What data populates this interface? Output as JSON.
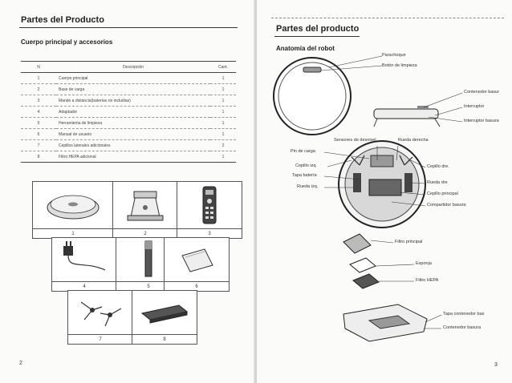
{
  "left": {
    "title": "Partes del Producto",
    "subtitle": "Cuerpo principal y accesorios",
    "table": {
      "headers": [
        "N",
        "Descripción",
        "Cant."
      ],
      "rows": [
        [
          "1",
          "Cuerpo principal",
          "1"
        ],
        [
          "2",
          "Base de carga",
          "1"
        ],
        [
          "3",
          "Mando a distancia(baterías no incluidas)",
          "1"
        ],
        [
          "4",
          "Adaptador",
          "1"
        ],
        [
          "5",
          "Herramienta de limpieza",
          "1"
        ],
        [
          "6",
          "Manual de usuario",
          "1"
        ],
        [
          "7",
          "Cepillos laterales adicionales",
          "2"
        ],
        [
          "8",
          "Filtro HEPA adicional",
          "1"
        ]
      ]
    },
    "accessories": [
      "1",
      "2",
      "3",
      "4",
      "5",
      "6",
      "7",
      "8"
    ],
    "page_number": "2"
  },
  "right": {
    "title": "Partes del producto",
    "subtitle": "Anatomía del robot",
    "labels": {
      "parachoque": "Parachoque",
      "boton": "Botón de limpieza",
      "contenedor_basura": "Contenedor basur",
      "interruptor": "Interruptor",
      "interruptor_basura": "Interruptor basura",
      "sensores": "Sensores de desnivel",
      "rueda_der_top": "Rueda derecha",
      "pin_carga": "Pin de carga",
      "cepillo_izq": "Cepillo izq.",
      "cepillo_dre": "Cepillo dre.",
      "tapa_bateria": "Tapa batería",
      "rueda_izq": "Rueda izq.",
      "rueda_dre": "Rueda dre",
      "cepillo_principal": "Cepillo principal",
      "compartidor": "Compartidor basura",
      "filtro_principal": "Filtro principal",
      "esponja": "Esponja",
      "filtro_hepa": "Filtro HEPA",
      "tapa_contenedor": "Tapa contenedor bas",
      "contenedor": "Contenedor basura"
    },
    "page_number": "3"
  }
}
